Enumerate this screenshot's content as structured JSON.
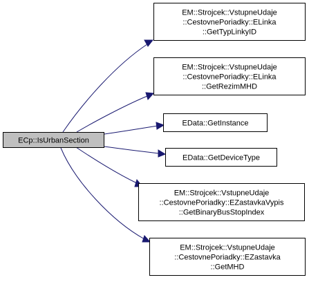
{
  "graph": {
    "root": {
      "label": "ECp::IsUrbanSection"
    },
    "callees": [
      {
        "lines": [
          "EM::Strojcek::VstupneUdaje",
          "::CestovnePoriadky::ELinka",
          "::GetTypLinkyID"
        ]
      },
      {
        "lines": [
          "EM::Strojcek::VstupneUdaje",
          "::CestovnePoriadky::ELinka",
          "::GetRezimMHD"
        ]
      },
      {
        "lines": [
          "EData::GetInstance"
        ]
      },
      {
        "lines": [
          "EData::GetDeviceType"
        ]
      },
      {
        "lines": [
          "EM::Strojcek::VstupneUdaje",
          "::CestovnePoriadky::EZastavkaVypis",
          "::GetBinaryBusStopIndex"
        ]
      },
      {
        "lines": [
          "EM::Strojcek::VstupneUdaje",
          "::CestovnePoriadky::EZastavka",
          "::GetMHD"
        ]
      }
    ]
  },
  "colors": {
    "root_fill": "#bfbfbf",
    "node_fill": "#ffffff",
    "node_border": "#000000",
    "edge": "#191970"
  }
}
